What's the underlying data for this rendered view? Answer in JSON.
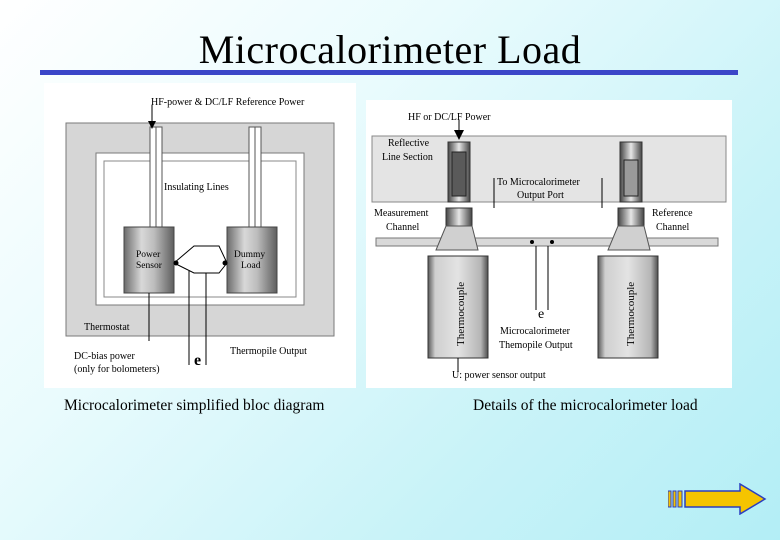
{
  "slide": {
    "title": "Microcalorimeter Load"
  },
  "left_diagram": {
    "caption": "Microcalorimeter simplified bloc diagram",
    "labels": {
      "input_power": "HF-power & DC/LF Reference Power",
      "insulating_lines": "Insulating Lines",
      "power_sensor_1": "Power",
      "power_sensor_2": "Sensor",
      "dummy_load_1": "Dummy",
      "dummy_load_2": "Load",
      "thermostat": "Thermostat",
      "dc_bias_1": "DC-bias power",
      "dc_bias_2": "(only for bolometers)",
      "thermopile_output": "Thermopile Output",
      "e_symbol": "e"
    }
  },
  "right_diagram": {
    "caption": "Details of the microcalorimeter load",
    "labels": {
      "hf_power": "HF or DC/LF Power",
      "reflective_1": "Reflective",
      "reflective_2": "Line Section",
      "output_port_1": "To Microcalorimeter",
      "output_port_2": "Output Port",
      "measurement_1": "Measurement",
      "measurement_2": "Channel",
      "reference_1": "Reference",
      "reference_2": "Channel",
      "thermocouple_left": "Thermocouple",
      "thermocouple_right": "Thermocouple",
      "e_symbol": "e",
      "thermopile_1": "Microcalorimeter",
      "thermopile_2": "Themopile Output",
      "sensor_output": "U: power sensor output"
    }
  },
  "navigation": {
    "next_arrow_color": "#f5c400",
    "next_arrow_border": "#2a3ec0"
  }
}
